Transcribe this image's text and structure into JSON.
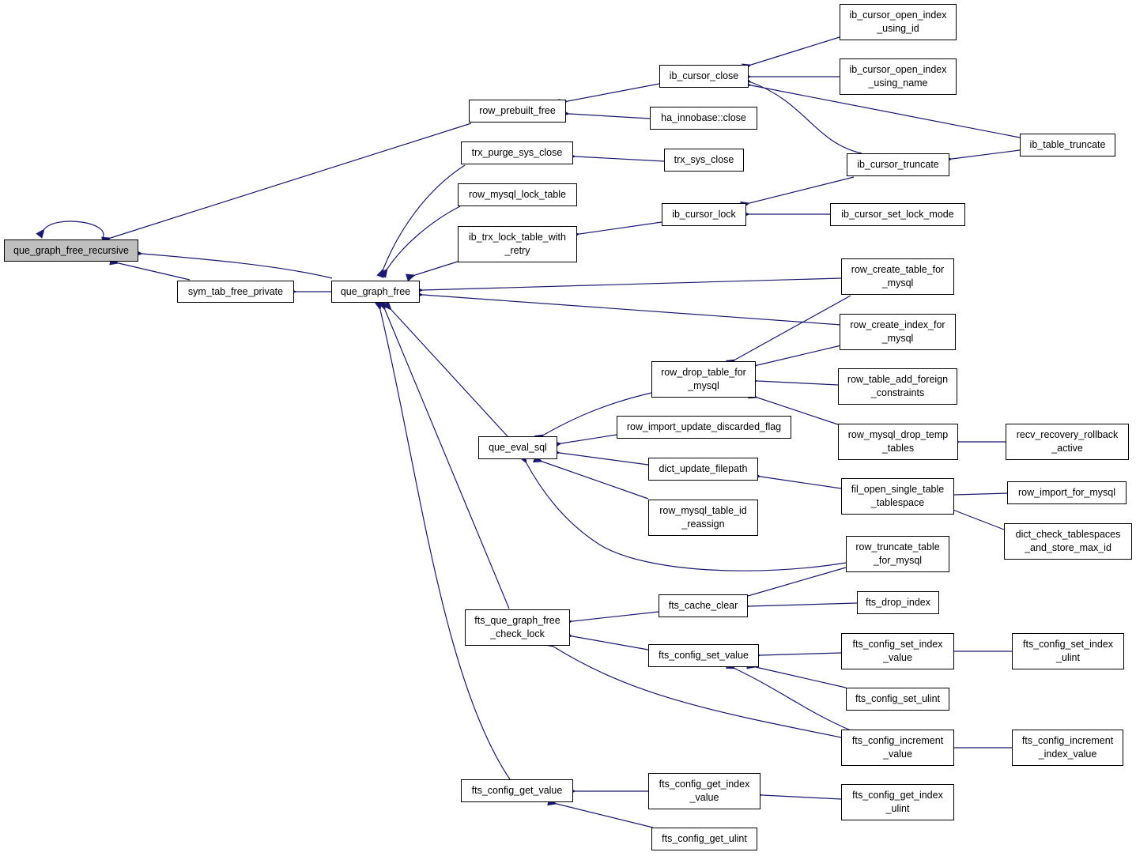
{
  "colors": {
    "edge": "#191970",
    "node_border": "#000000",
    "root_fill": "#bfbfbf",
    "node_fill": "#ffffff"
  },
  "nodes": {
    "que_graph_free_recursive": "que_graph_free_recursive",
    "sym_tab_free_private": "sym_tab_free_private",
    "que_graph_free": "que_graph_free",
    "row_prebuilt_free": "row_prebuilt_free",
    "trx_purge_sys_close": "trx_purge_sys_close",
    "row_mysql_lock_table": "row_mysql_lock_table",
    "ib_trx_lock_table_with_retry": "ib_trx_lock_table_with\n_retry",
    "que_eval_sql": "que_eval_sql",
    "fts_que_graph_free_check_lock": "fts_que_graph_free\n_check_lock",
    "fts_config_get_value": "fts_config_get_value",
    "ib_cursor_close": "ib_cursor_close",
    "ha_innobase_close": "ha_innobase::close",
    "trx_sys_close": "trx_sys_close",
    "ib_cursor_lock": "ib_cursor_lock",
    "row_drop_table_for_mysql": "row_drop_table_for\n_mysql",
    "row_import_update_discarded_flag": "row_import_update_discarded_flag",
    "dict_update_filepath": "dict_update_filepath",
    "row_mysql_table_id_reassign": "row_mysql_table_id\n_reassign",
    "fts_cache_clear": "fts_cache_clear",
    "fts_config_set_value": "fts_config_set_value",
    "fts_config_get_index_value": "fts_config_get_index\n_value",
    "fts_config_get_ulint": "fts_config_get_ulint",
    "ib_cursor_open_index_using_id": "ib_cursor_open_index\n_using_id",
    "ib_cursor_open_index_using_name": "ib_cursor_open_index\n_using_name",
    "ib_cursor_truncate": "ib_cursor_truncate",
    "ib_cursor_set_lock_mode": "ib_cursor_set_lock_mode",
    "row_create_table_for_mysql": "row_create_table_for\n_mysql",
    "row_create_index_for_mysql": "row_create_index_for\n_mysql",
    "row_table_add_foreign_constraints": "row_table_add_foreign\n_constraints",
    "row_mysql_drop_temp_tables": "row_mysql_drop_temp\n_tables",
    "fil_open_single_table_tablespace": "fil_open_single_table\n_tablespace",
    "row_truncate_table_for_mysql": "row_truncate_table\n_for_mysql",
    "fts_drop_index": "fts_drop_index",
    "fts_config_set_index_value": "fts_config_set_index\n_value",
    "fts_config_set_ulint": "fts_config_set_ulint",
    "fts_config_increment_value": "fts_config_increment\n_value",
    "fts_config_get_index_ulint": "fts_config_get_index\n_ulint",
    "ib_table_truncate": "ib_table_truncate",
    "recv_recovery_rollback_active": "recv_recovery_rollback\n_active",
    "row_import_for_mysql": "row_import_for_mysql",
    "dict_check_tablespaces_and_store_max_id": "dict_check_tablespaces\n_and_store_max_id",
    "fts_config_set_index_ulint": "fts_config_set_index\n_ulint",
    "fts_config_increment_index_value": "fts_config_increment\n_index_value"
  }
}
